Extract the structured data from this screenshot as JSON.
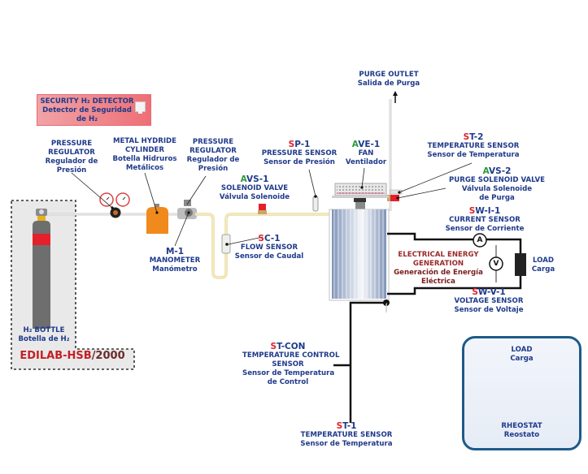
{
  "diagram": {
    "model": {
      "main": "EDILAB-HSB",
      "suffix": "/2000"
    },
    "detector": {
      "title": "SECURITY H₂ DETECTOR",
      "es_line1": "Detector de Seguridad",
      "es_line2": "de H₂"
    },
    "components": {
      "pressure_regulator_1": {
        "en_line1": "PRESSURE",
        "en_line2": "REGULATOR",
        "es_line1": "Regulador de",
        "es_line2": "Presión"
      },
      "metal_hydride": {
        "en_line1": "METAL HYDRIDE",
        "en_line2": "CYLINDER",
        "es_line1": "Botella Hidruros",
        "es_line2": "Metálicos"
      },
      "pressure_regulator_2": {
        "en_line1": "PRESSURE",
        "en_line2": "REGULATOR",
        "es_line1": "Regulador de",
        "es_line2": "Presión"
      },
      "manometer": {
        "code": "M-1",
        "en": "MANOMETER",
        "es": "Manómetro"
      },
      "h2_bottle": {
        "en": "H₂ BOTTLE",
        "es": "Botella de H₂"
      },
      "solenoid_valve": {
        "code_prefix": "A",
        "code_rest": "VS-1",
        "en": "SOLENOID VALVE",
        "es": "Válvula Solenoide"
      },
      "pressure_sensor": {
        "code_prefix": "S",
        "code_rest": "P-1",
        "en": "PRESSURE SENSOR",
        "es": "Sensor de Presión"
      },
      "fan": {
        "code_prefix": "A",
        "code_rest": "VE-1",
        "en": "FAN",
        "es": "Ventilador"
      },
      "flow_sensor": {
        "code_prefix": "S",
        "code_rest": "C-1",
        "en": "FLOW SENSOR",
        "es": "Sensor de Caudal"
      },
      "purge_outlet": {
        "en": "PURGE OUTLET",
        "es": "Salida de Purga"
      },
      "temperature_sensor_2": {
        "code_prefix": "S",
        "code_rest": "T-2",
        "en": "TEMPERATURE SENSOR",
        "es": "Sensor de Temperatura"
      },
      "purge_valve": {
        "code_prefix": "A",
        "code_rest": "VS-2",
        "en": "PURGE SOLENOID VALVE",
        "es_line1": "Válvula Solenoide",
        "es_line2": "de Purga"
      },
      "current_sensor": {
        "code_prefix": "S",
        "code_rest": "W-I-1",
        "en": "CURRENT SENSOR",
        "es": "Sensor de Corriente"
      },
      "energy_generation": {
        "en_line1": "ELECTRICAL ENERGY",
        "en_line2": "GENERATION",
        "es_line1": "Generación de Energía",
        "es_line2": "Eléctrica"
      },
      "load": {
        "en": "LOAD",
        "es": "Carga"
      },
      "voltage_sensor": {
        "code_prefix": "S",
        "code_rest": "W-V-1",
        "en": "VOLTAGE SENSOR",
        "es": "Sensor de Voltaje"
      },
      "temp_control_sensor": {
        "code_prefix": "S",
        "code_rest": "T-CON",
        "en_line1": "TEMPERATURE CONTROL",
        "en_line2": "SENSOR",
        "es_line1": "Sensor de Temperatura",
        "es_line2": "de Control"
      },
      "temperature_sensor_1": {
        "code_prefix": "S",
        "code_rest": "T-1",
        "en": "TEMPERATURE SENSOR",
        "es": "Sensor de Temperatura"
      }
    },
    "meters": {
      "ammeter": "A",
      "voltmeter": "V"
    },
    "rheostat_box": {
      "title_en": "LOAD",
      "title_es": "Carga",
      "name_en": "RHEOSTAT",
      "name_es": "Reostato"
    },
    "colors": {
      "label_blue": "#1f3a8a",
      "code_red": "#e0242b",
      "code_green": "#2c9a3a",
      "energy_text": "#7a1c1c",
      "cylinder_orange": "#f08a1c",
      "bottle_gray": "#6e6e6e",
      "bottle_band": "#e5202a",
      "stack_blue": "#8ea2c4",
      "rheostat_border": "#1d5a8a"
    }
  }
}
